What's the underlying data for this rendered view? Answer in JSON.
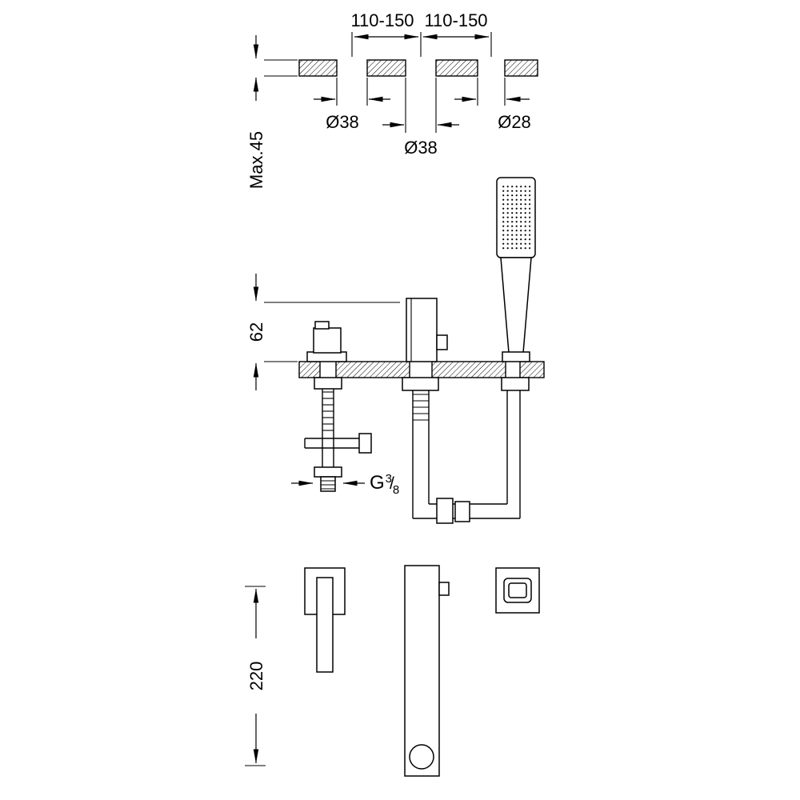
{
  "drawing": {
    "background_color": "#ffffff",
    "line_color": "#000000",
    "labels": {
      "span_left": "110-150",
      "span_right": "110-150",
      "dia_hole_left": "Ø38",
      "dia_hole_center": "Ø38",
      "dia_hole_right": "Ø28",
      "max_deck_thickness": "Max.45",
      "spout_height_above_deck": "62",
      "thread_prefix": "G",
      "thread_numerator": "3",
      "thread_slash": "/",
      "thread_denominator": "8",
      "column_length": "220"
    }
  }
}
